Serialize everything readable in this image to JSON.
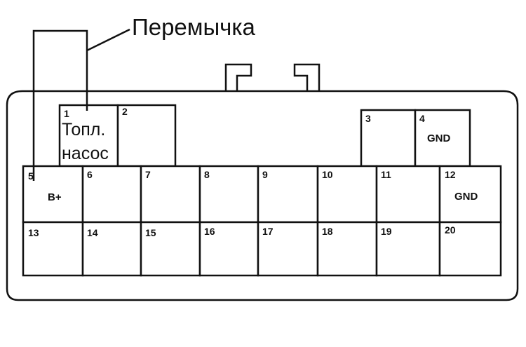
{
  "jumper_label": "Перемычка",
  "fuel_pump_label": [
    "Топл.",
    "насос"
  ],
  "pins": {
    "p1": {
      "num": "1",
      "signal": ""
    },
    "p2": {
      "num": "2",
      "signal": ""
    },
    "p3": {
      "num": "3",
      "signal": ""
    },
    "p4": {
      "num": "4",
      "signal": "GND"
    },
    "p5": {
      "num": "5",
      "signal": "B+"
    },
    "p6": {
      "num": "6",
      "signal": ""
    },
    "p7": {
      "num": "7",
      "signal": ""
    },
    "p8": {
      "num": "8",
      "signal": ""
    },
    "p9": {
      "num": "9",
      "signal": ""
    },
    "p10": {
      "num": "10",
      "signal": ""
    },
    "p11": {
      "num": "11",
      "signal": ""
    },
    "p12": {
      "num": "12",
      "signal": "GND"
    },
    "p13": {
      "num": "13",
      "signal": ""
    },
    "p14": {
      "num": "14",
      "signal": ""
    },
    "p15": {
      "num": "15",
      "signal": ""
    },
    "p16": {
      "num": "16",
      "signal": ""
    },
    "p17": {
      "num": "17",
      "signal": ""
    },
    "p18": {
      "num": "18",
      "signal": ""
    },
    "p19": {
      "num": "19",
      "signal": ""
    },
    "p20": {
      "num": "20",
      "signal": ""
    }
  }
}
